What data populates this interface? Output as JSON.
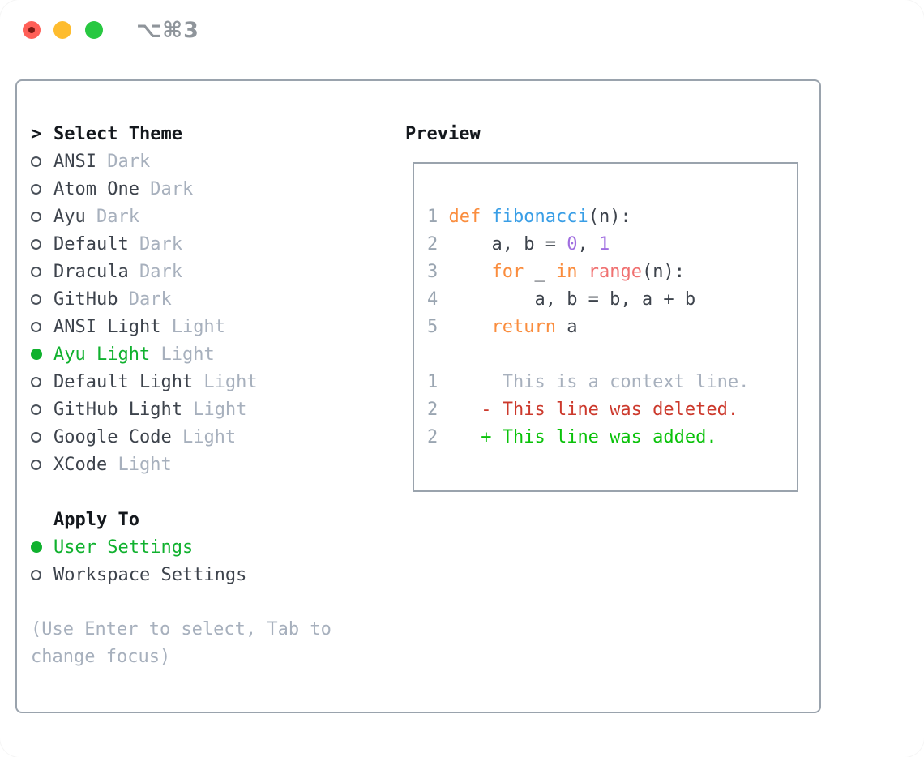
{
  "window": {
    "title": "⌥⌘3"
  },
  "colors": {
    "header": "#14181d",
    "text": "#3d434c",
    "muted": "#a7b0bd",
    "gutter": "#9aa5b1",
    "border": "#9aa3ad",
    "radio": "#4a515a",
    "selection": "#10b12e",
    "added": "#0ac20a",
    "deleted": "#cc392c",
    "keyword": "#fa8d3e",
    "function": "#399ee6",
    "builtin": "#f07171",
    "number": "#a06ee0",
    "title": "#8f959b",
    "light_red": "#ff5f57",
    "light_red_dot": "#7d1a13",
    "light_yellow": "#febc2e",
    "light_green": "#28c841"
  },
  "theme_selector": {
    "header_marker": ">",
    "header": "Select Theme",
    "items": [
      {
        "name": "ANSI",
        "variant": "Dark",
        "selected": false
      },
      {
        "name": "Atom One",
        "variant": "Dark",
        "selected": false
      },
      {
        "name": "Ayu",
        "variant": "Dark",
        "selected": false
      },
      {
        "name": "Default",
        "variant": "Dark",
        "selected": false
      },
      {
        "name": "Dracula",
        "variant": "Dark",
        "selected": false
      },
      {
        "name": "GitHub",
        "variant": "Dark",
        "selected": false
      },
      {
        "name": "ANSI Light",
        "variant": "Light",
        "selected": false
      },
      {
        "name": "Ayu Light",
        "variant": "Light",
        "selected": true
      },
      {
        "name": "Default Light",
        "variant": "Light",
        "selected": false
      },
      {
        "name": "GitHub Light",
        "variant": "Light",
        "selected": false
      },
      {
        "name": "Google Code",
        "variant": "Light",
        "selected": false
      },
      {
        "name": "XCode",
        "variant": "Light",
        "selected": false
      }
    ],
    "apply_to": {
      "header": "Apply To",
      "options": [
        {
          "label": "User Settings",
          "selected": true
        },
        {
          "label": "Workspace Settings",
          "selected": false
        }
      ]
    },
    "hint": "(Use Enter to select, Tab to change focus)"
  },
  "preview": {
    "header": "Preview",
    "code_lines": [
      {
        "num": "1",
        "segments": [
          {
            "text": "def",
            "color": "keyword"
          },
          {
            "text": " ",
            "color": "text"
          },
          {
            "text": "fibonacci",
            "color": "function"
          },
          {
            "text": "(n):",
            "color": "text"
          }
        ]
      },
      {
        "num": "2",
        "segments": [
          {
            "text": "    a, b = ",
            "color": "text"
          },
          {
            "text": "0",
            "color": "number"
          },
          {
            "text": ", ",
            "color": "text"
          },
          {
            "text": "1",
            "color": "number"
          }
        ]
      },
      {
        "num": "3",
        "segments": [
          {
            "text": "    ",
            "color": "text"
          },
          {
            "text": "for",
            "color": "keyword"
          },
          {
            "text": " _ ",
            "color": "text"
          },
          {
            "text": "in",
            "color": "keyword"
          },
          {
            "text": " ",
            "color": "text"
          },
          {
            "text": "range",
            "color": "builtin"
          },
          {
            "text": "(n):",
            "color": "text"
          }
        ]
      },
      {
        "num": "4",
        "segments": [
          {
            "text": "        a, b = b, a + b",
            "color": "text"
          }
        ]
      },
      {
        "num": "5",
        "segments": [
          {
            "text": "    ",
            "color": "text"
          },
          {
            "text": "return",
            "color": "keyword"
          },
          {
            "text": " a",
            "color": "text"
          }
        ]
      },
      {
        "num": "",
        "segments": []
      },
      {
        "num": "1",
        "segments": [
          {
            "text": "     This is a context line.",
            "color": "muted"
          }
        ]
      },
      {
        "num": "2",
        "segments": [
          {
            "text": "   - This line was deleted.",
            "color": "deleted"
          }
        ]
      },
      {
        "num": "2",
        "segments": [
          {
            "text": "   + This line was added.",
            "color": "added"
          }
        ]
      }
    ]
  }
}
